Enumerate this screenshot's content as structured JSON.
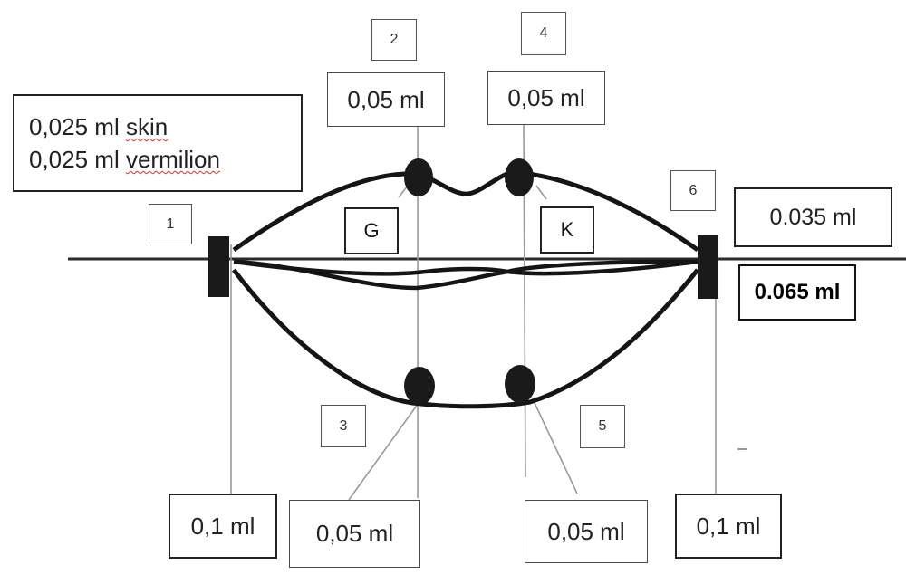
{
  "labels": {
    "n1": "1",
    "n2": "2",
    "n3": "3",
    "n4": "4",
    "n5": "5",
    "n6": "6",
    "top_left_volume": "0,05 ml",
    "top_right_volume": "0,05 ml",
    "right_upper_volume": "0.035 ml",
    "right_lower_volume": "0.065 ml",
    "bottom_far_left_volume": "0,1 ml",
    "bottom_left_volume": "0,05 ml",
    "bottom_right_volume": "0,05 ml",
    "bottom_far_right_volume": "0,1 ml",
    "letter_g": "G",
    "letter_k": "K",
    "legend_line1_value": "0,025 ml ",
    "legend_line1_word": "skin",
    "legend_line2_value": "0,025 ml ",
    "legend_line2_word": "vermilion"
  },
  "colors": {
    "ink": "#1a1a1a",
    "leader": "#9a9a9a",
    "misspell_underline": "#dd3333"
  }
}
